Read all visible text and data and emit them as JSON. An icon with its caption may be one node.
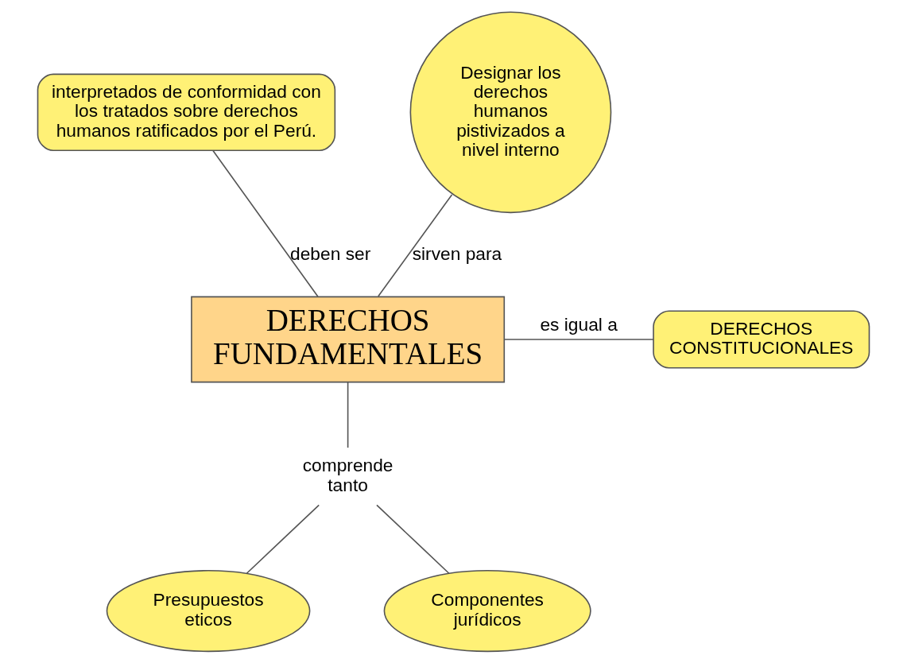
{
  "diagram": {
    "nodes": [
      {
        "text": [
          "interpretados de conformidad con los tratados sobre derechos humanos ratificados por el Perú."
        ]
      },
      {
        "text": [
          "Designar los derechos humanos pistivizados a nivel interno"
        ]
      },
      {
        "text": [
          "DERECHOS FUNDAMENTALES"
        ]
      },
      {
        "text": [
          "DERECHOS CONSTITUCIONALES"
        ]
      },
      {
        "text": [
          "comprende tanto"
        ]
      },
      {
        "text": [
          "Presupuestos eticos"
        ]
      },
      {
        "text": [
          "Componentes jurídicos"
        ]
      }
    ],
    "edges": [
      {
        "from": 2,
        "to": 1,
        "arrow": "none",
        "label": "sirven para"
      },
      {
        "from": 2,
        "to": 0,
        "arrow": "none",
        "label": "deben ser"
      },
      {
        "from": 2,
        "to": 3,
        "arrow": "none",
        "label": "es igual a"
      },
      {
        "from": 2,
        "to": 4,
        "arrow": "none"
      },
      {
        "from": 4,
        "to": 5,
        "arrow": "none"
      },
      {
        "from": 4,
        "to": 6,
        "arrow": "none"
      }
    ]
  }
}
